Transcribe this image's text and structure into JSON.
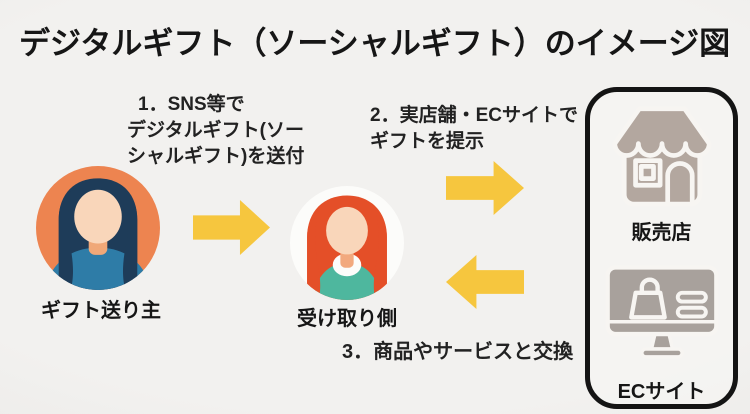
{
  "title": "デジタルギフト（ソーシャルギフト）のイメージ図",
  "steps": {
    "step1": {
      "lines": [
        "1．SNS等で",
        "デジタルギフト(ソー",
        "シャルギフト)を送付"
      ]
    },
    "step2": {
      "lines": [
        "2．実店舗・ECサイトで",
        "ギフトを提示"
      ]
    },
    "step3": {
      "lines": [
        "3．商品やサービスと交換"
      ]
    }
  },
  "actors": {
    "sender": {
      "label": "ギフト送り主"
    },
    "receiver": {
      "label": "受け取り側"
    }
  },
  "stores": {
    "physical": {
      "label": "販売店",
      "icon": "storefront-icon"
    },
    "online": {
      "label": "ECサイト",
      "icon": "ec-site-monitor-icon"
    }
  },
  "colors": {
    "background": "#EFEEEC",
    "title_text": "#161616",
    "arrow": "#F6C63E",
    "sender_circle": "#ED8450",
    "sender_hair": "#1E3C59",
    "sender_shirt": "#2E7CA7",
    "receiver_circle": "#FCFCFA",
    "receiver_hair": "#E44F28",
    "receiver_shirt": "#4EB79E",
    "skin": "#F9D6BA",
    "panel_border": "#141414",
    "icon_fill": "#B3A79F",
    "icon_outline": "#F7F5F2",
    "monitor_fill": "#A8A19C"
  }
}
